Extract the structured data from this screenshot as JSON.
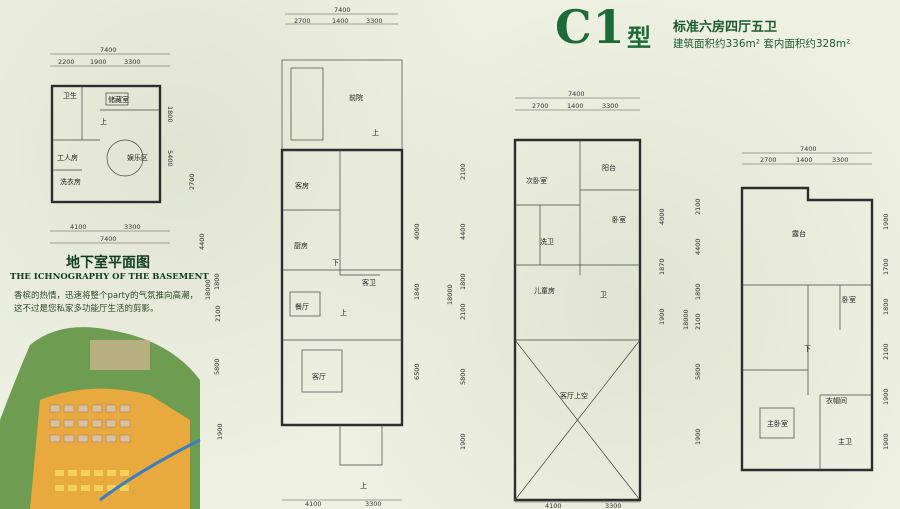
{
  "header": {
    "code": "C1",
    "type_char": "型",
    "layout": "标准六房四厅五卫",
    "area": "建筑面积约336m² 套内面积约328m²"
  },
  "basement": {
    "title": "地下室平面图",
    "english": "THE ICHNOGRAPHY OF THE BASEMENT",
    "desc1": "香槟的热情，迅速将整个party的气氛推向高潮，",
    "desc2": "这不过是您私家多功能厅生活的剪影。",
    "rooms": {
      "wc": "卫生",
      "storage": "储藏室",
      "worker": "工人房",
      "multi": "娱乐区",
      "laundry": "洗衣房",
      "up": "上"
    },
    "dims": {
      "total_top": "7400",
      "top_a": "2200",
      "top_b": "1900",
      "top_c": "3300",
      "side_a": "1800",
      "side_b": "5400",
      "bot_a": "4100",
      "bot_b": "3300",
      "total_bot": "7400"
    }
  },
  "first_floor": {
    "rooms": {
      "garden": "前院",
      "bedroom": "客房",
      "kitchen": "厨房",
      "dining": "餐厅",
      "bath": "客卫",
      "living": "客厅",
      "up": "上",
      "down": "下"
    },
    "dims": {
      "total_top": "7400",
      "top_a": "2700",
      "top_b": "1400",
      "top_c": "3300",
      "bot_a": "4100",
      "bot_b": "3300",
      "left": [
        "2700",
        "4400",
        "1800",
        "2100",
        "5800",
        "1900"
      ],
      "left_total": "18000",
      "right": [
        "4000",
        "1840",
        "6500"
      ]
    }
  },
  "second_floor": {
    "rooms": {
      "bed_a": "次卧室",
      "balcony": "阳台",
      "bed_b": "卧室",
      "bath": "洗卫",
      "bed_c": "儿童房",
      "bath2": "卫",
      "void": "客厅上空"
    },
    "dims": {
      "total_top": "7400",
      "top_a": "2700",
      "top_b": "1400",
      "top_c": "3300",
      "bot_a": "4100",
      "bot_b": "3300",
      "left": [
        "2100",
        "4400",
        "1800",
        "2100",
        "5800",
        "1900"
      ],
      "left_total": "18000",
      "right": [
        "4000",
        "1870",
        "1900"
      ]
    }
  },
  "third_floor": {
    "rooms": {
      "terrace": "露台",
      "bed": "卧室",
      "master": "主卧室",
      "closet": "衣帽间",
      "bath": "主卫",
      "down": "下"
    },
    "dims": {
      "total_top": "7400",
      "top_a": "2700",
      "top_b": "1400",
      "top_c": "3300",
      "left": [
        "2100",
        "4400",
        "1800",
        "2100",
        "5800",
        "1900"
      ],
      "left_total": "18000",
      "right": [
        "1900",
        "1700",
        "1800",
        "2100",
        "1900",
        "1900"
      ]
    }
  },
  "colors": {
    "brand_green": "#1e6b3a",
    "paper": "#eef0e2",
    "wall": "#2e2e2e"
  }
}
